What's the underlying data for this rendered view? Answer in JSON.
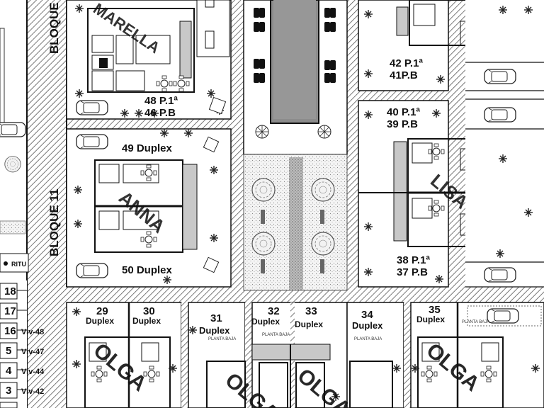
{
  "streets": {
    "bloque_top": "BLOQUE",
    "bloque_11": "BLOQUE 11"
  },
  "block_names": {
    "marella": "MARELLA",
    "anna": "ANNA",
    "lisa": "LISA",
    "olga_left": "OLGA",
    "olga_mid1": "OLGA",
    "olga_mid2": "OLGA",
    "olga_right": "OLGA"
  },
  "units": {
    "u48": "48 P.1ª",
    "u46": "46 P.B",
    "u49": "49 Duplex",
    "u50": "50 Duplex",
    "u42": "42 P.1ª",
    "u41": "41P.B",
    "u40": "40 P.1ª",
    "u39": "39 P.B",
    "u38": "38 P.1ª",
    "u37": "37 P.B"
  },
  "duplex_row": [
    {
      "num": "29",
      "word": "Duplex"
    },
    {
      "num": "30",
      "word": "Duplex"
    },
    {
      "num": "31",
      "word": "Duplex"
    },
    {
      "num": "32",
      "word": "Duplex"
    },
    {
      "num": "33",
      "word": "Duplex"
    },
    {
      "num": "34",
      "word": "Duplex"
    },
    {
      "num": "35",
      "word": "Duplex"
    }
  ],
  "planta_baja": "PLANTA BAJA",
  "side_labels": {
    "ritu": "RITU",
    "n18": "18",
    "n17": "17",
    "n16": "16",
    "viv48": "Viv-48",
    "n15": "5",
    "viv47": "Viv-47",
    "n14": "4",
    "viv44": "Viv-44",
    "n13": "3",
    "viv42": "Viv-42"
  },
  "colors": {
    "wall": "#111111",
    "pool": "#8c8c8c",
    "hatch": "#555555",
    "gray_room": "#c8c8c8"
  }
}
